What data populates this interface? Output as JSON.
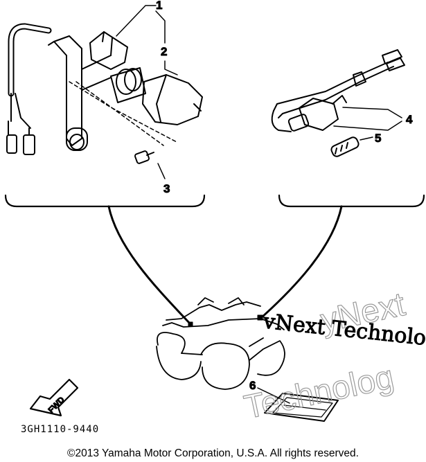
{
  "callouts": [
    "1",
    "2",
    "3",
    "4",
    "5",
    "6"
  ],
  "fwd_label": "FWD",
  "part_code": "3GH1110-9440",
  "watermark_top": "yNext",
  "watermark_main": "vNext Technolog",
  "watermark_bottom": "Technolog",
  "copyright": "©2013 Yamaha Motor Corporation, U.S.A. All rights reserved.",
  "colors": {
    "line": "#000000",
    "watermark": "#9a9a9a",
    "background": "#ffffff"
  }
}
